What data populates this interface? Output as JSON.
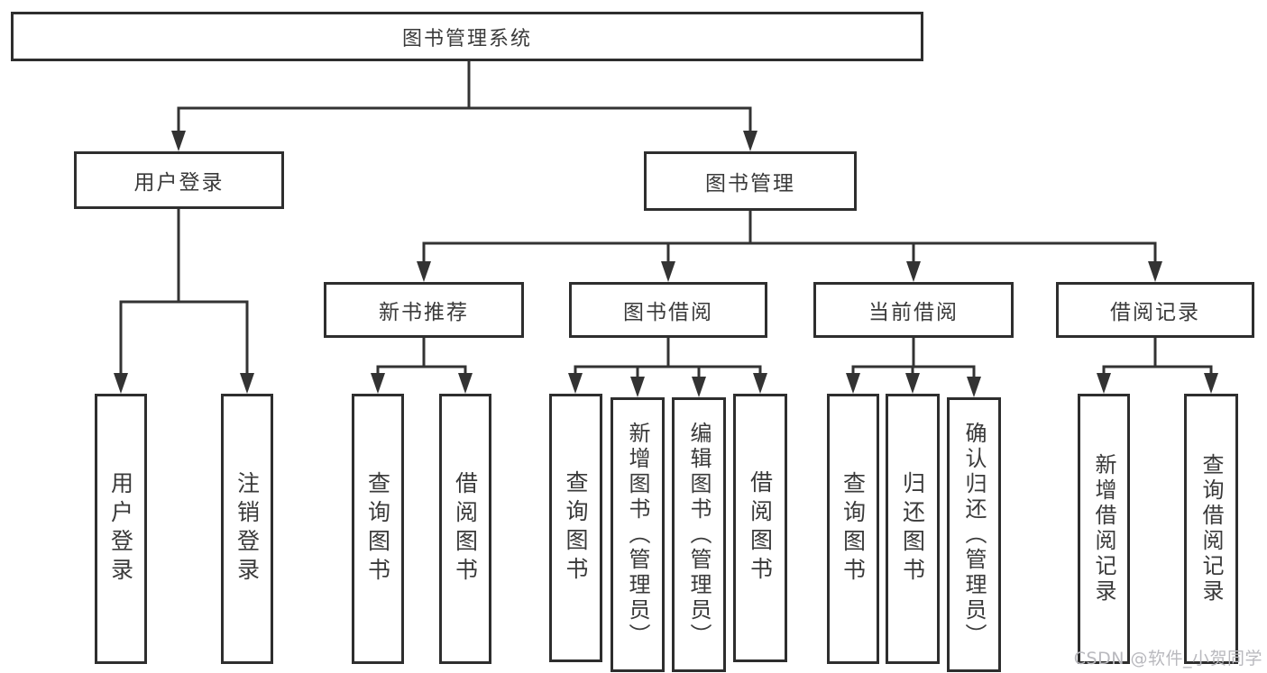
{
  "diagram": {
    "root": {
      "label": "图书管理系统"
    },
    "level2": [
      {
        "label": "用户登录"
      },
      {
        "label": "图书管理"
      }
    ],
    "level3": [
      {
        "label": "新书推荐"
      },
      {
        "label": "图书借阅"
      },
      {
        "label": "当前借阅"
      },
      {
        "label": "借阅记录"
      }
    ],
    "leaves": {
      "user_login": [
        {
          "label": "用户登录"
        },
        {
          "label": "注销登录"
        }
      ],
      "new_book_recommend": [
        {
          "label": "查询图书"
        },
        {
          "label": "借阅图书"
        }
      ],
      "book_borrowing": [
        {
          "label": "查询图书"
        },
        {
          "label": "新增图书（管理员）"
        },
        {
          "label": "编辑图书（管理员）"
        },
        {
          "label": "借阅图书"
        }
      ],
      "current_borrowing": [
        {
          "label": "查询图书"
        },
        {
          "label": "归还图书"
        },
        {
          "label": "确认归还（管理员）"
        }
      ],
      "borrowing_records": [
        {
          "label": "新增借阅记录"
        },
        {
          "label": "查询借阅记录"
        }
      ]
    },
    "watermark": "CSDN @软件_小贺同学",
    "colors": {
      "line": "#333333",
      "box_border": "#2e2e2e",
      "text": "#3a3a3a",
      "watermark": "#b9b9be",
      "background": "#ffffff"
    }
  }
}
